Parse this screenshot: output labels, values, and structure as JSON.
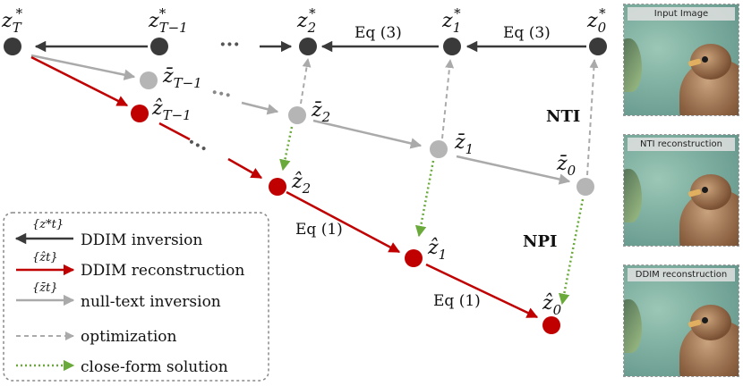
{
  "nodes": {
    "zT_star": "z",
    "zT_star_sub": "T",
    "zT_star_sup": "*",
    "zT1_star": "z",
    "zT1_star_sub": "T−1",
    "zT1_star_sup": "*",
    "z2_star": "z",
    "z2_star_sub": "2",
    "z2_star_sup": "*",
    "z1_star": "z",
    "z1_star_sub": "1",
    "z1_star_sup": "*",
    "z0_star": "z",
    "z0_star_sub": "0",
    "z0_star_sup": "*",
    "zbar_T1": "z̄",
    "zbar_T1_sub": "T−1",
    "zbar_2": "z̄",
    "zbar_2_sub": "2",
    "zbar_1": "z̄",
    "zbar_1_sub": "1",
    "zbar_0": "z̄",
    "zbar_0_sub": "0",
    "zhat_T1": "ẑ",
    "zhat_T1_sub": "T−1",
    "zhat_2": "ẑ",
    "zhat_2_sub": "2",
    "zhat_1": "ẑ",
    "zhat_1_sub": "1",
    "zhat_0": "ẑ",
    "zhat_0_sub": "0"
  },
  "equations": {
    "eq3_a": "Eq (3)",
    "eq3_b": "Eq (3)",
    "eq1_a": "Eq (1)",
    "eq1_b": "Eq (1)"
  },
  "tags": {
    "nti": "NTI",
    "npi": "NPI"
  },
  "legend": {
    "ddim_inversion_sym": "{z*t}",
    "ddim_inversion": "DDIM inversion",
    "ddim_reconstruction_sym": "{ẑt}",
    "ddim_reconstruction": "DDIM reconstruction",
    "null_text_sym": "{z̄t}",
    "null_text": "null-text inversion",
    "optimization": "optimization",
    "close_form": "close-form solution"
  },
  "panels": {
    "input": "Input Image",
    "nti": "NTI reconstruction",
    "ddim": "DDIM reconstruction"
  },
  "colors": {
    "dark": "#3a3a3a",
    "red": "#c00000",
    "gray": "#aaaaaa",
    "green": "#6aaa3a"
  }
}
